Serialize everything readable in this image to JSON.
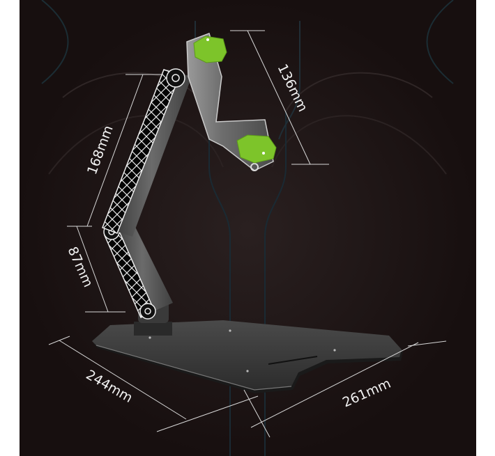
{
  "image": {
    "subject": "adjustable monitor/tablet stand with articulated arm",
    "background_color": "#1c1414",
    "accent_color": "#7dc42a",
    "metal_color": "#5a5a5a"
  },
  "dimensions": {
    "bracket_height": "136mm",
    "upper_arm": "168mm",
    "lower_arm": "87mm",
    "base_depth": "244mm",
    "base_width": "261mm"
  }
}
